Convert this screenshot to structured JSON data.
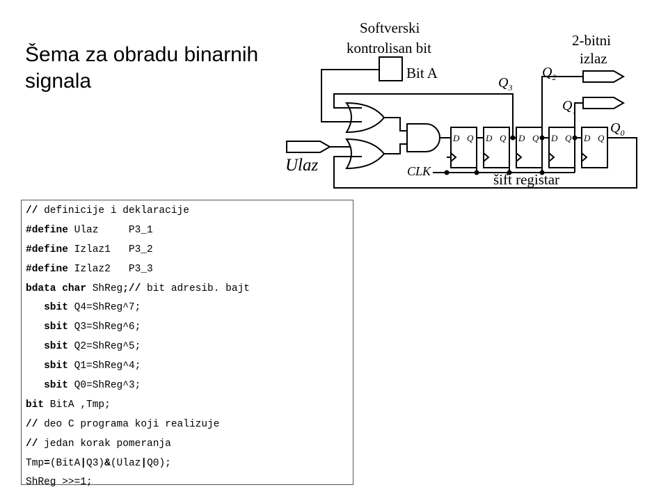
{
  "slide": {
    "title": "Šema za obradu binarnih signala"
  },
  "diagram": {
    "label_software": [
      "Softverski",
      "kontrolisan bit"
    ],
    "label_bit_a": "Bit A",
    "label_output": [
      "2-bitni",
      "izlaz"
    ],
    "label_input": "Ulaz",
    "label_clk": "CLK",
    "label_shift_register": "šift registar",
    "q_labels": [
      "Q",
      "Q",
      "Q",
      "Q"
    ],
    "q_subscripts": [
      "3",
      "2",
      "1",
      "0"
    ],
    "flipflop_d": "D",
    "flipflop_q": "Q"
  },
  "code": {
    "lines": [
      [
        {
          "t": "// ",
          "b": true
        },
        {
          "t": "definicije i deklaracije",
          "b": false
        }
      ],
      [
        {
          "t": "#define",
          "b": true
        },
        {
          "t": " Ulaz     P3_1",
          "b": false
        }
      ],
      [
        {
          "t": "#define",
          "b": true
        },
        {
          "t": " Izlaz1   P3_2",
          "b": false
        }
      ],
      [
        {
          "t": "#define",
          "b": true
        },
        {
          "t": " Izlaz2   P3_3",
          "b": false
        }
      ],
      [
        {
          "t": "bdata char",
          "b": true
        },
        {
          "t": " ShReg",
          "b": false
        },
        {
          "t": ";//",
          "b": true
        },
        {
          "t": " bit adresib. bajt",
          "b": false
        }
      ],
      [
        {
          "t": "   sbit",
          "b": true
        },
        {
          "t": " Q4=ShReg^7;",
          "b": false
        }
      ],
      [
        {
          "t": "   sbit",
          "b": true
        },
        {
          "t": " Q3=ShReg^6;",
          "b": false
        }
      ],
      [
        {
          "t": "   sbit",
          "b": true
        },
        {
          "t": " Q2=ShReg^5;",
          "b": false
        }
      ],
      [
        {
          "t": "   sbit",
          "b": true
        },
        {
          "t": " Q1=ShReg^4;",
          "b": false
        }
      ],
      [
        {
          "t": "   sbit",
          "b": true
        },
        {
          "t": " Q0=ShReg^3;",
          "b": false
        }
      ],
      [
        {
          "t": "bit",
          "b": true
        },
        {
          "t": " BitA ,Tmp;",
          "b": false
        }
      ],
      [
        {
          "t": "// ",
          "b": true
        },
        {
          "t": "deo C programa koji realizuje",
          "b": false
        }
      ],
      [
        {
          "t": "// ",
          "b": true
        },
        {
          "t": "jedan korak pomeranja",
          "b": false
        }
      ],
      [
        {
          "t": "Tmp",
          "b": false
        },
        {
          "t": "=",
          "b": true
        },
        {
          "t": "(BitA",
          "b": false
        },
        {
          "t": "|",
          "b": true
        },
        {
          "t": "Q3)",
          "b": false
        },
        {
          "t": "&",
          "b": true
        },
        {
          "t": "(Ulaz",
          "b": false
        },
        {
          "t": "|",
          "b": true
        },
        {
          "t": "Q0);",
          "b": false
        }
      ],
      [
        {
          "t": "ShReg >>=1;",
          "b": false
        }
      ]
    ]
  }
}
